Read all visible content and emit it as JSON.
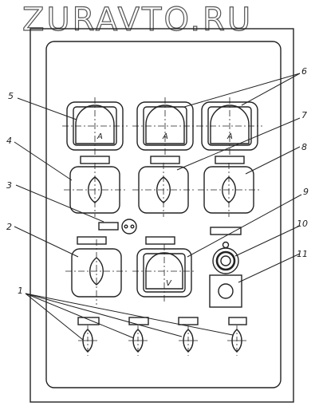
{
  "watermark": "ZURAVTO.RU",
  "callouts": [
    "1",
    "2",
    "3",
    "4",
    "5",
    "6",
    "7",
    "8",
    "9",
    "10",
    "11"
  ],
  "dial_letters": {
    "ammeter": "A",
    "voltmeter": "V"
  }
}
